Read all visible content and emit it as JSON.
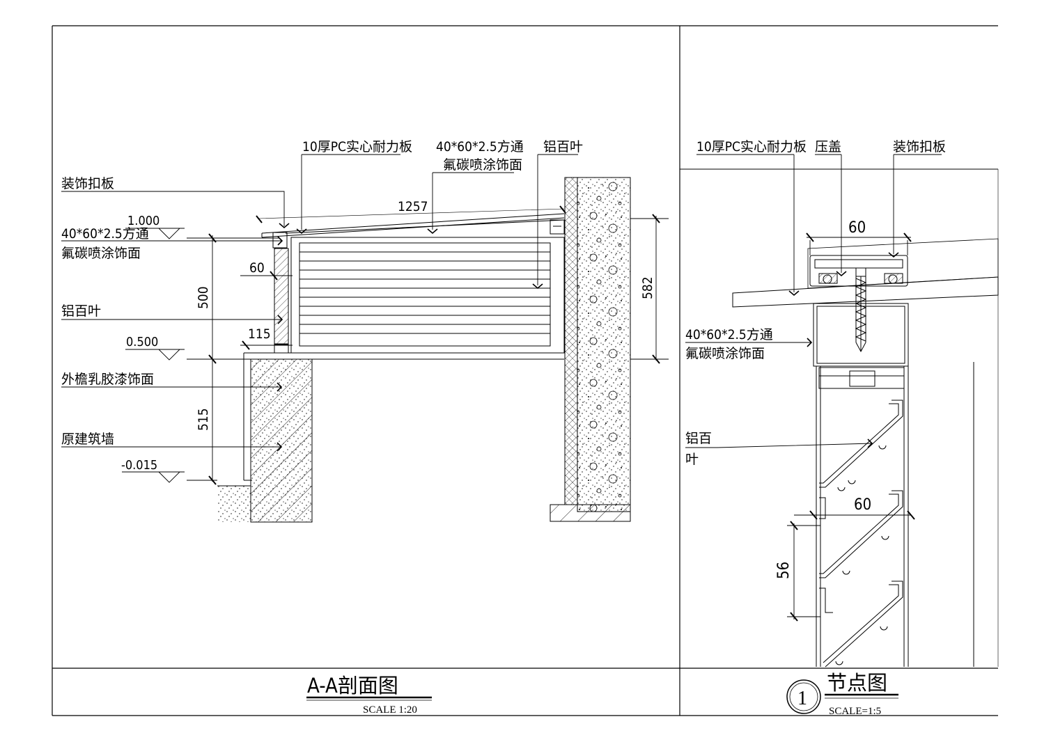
{
  "left_panel": {
    "title": "A-A剖面图",
    "scale": "SCALE 1:20",
    "callouts": {
      "pc_panel": "10厚PC实心耐力板",
      "tube_line1": "40*60*2.5方通",
      "tube_line2": "氟碳喷涂饰面",
      "louver_top": "铝百叶",
      "trim": "装饰扣板",
      "tube_left_line1": "40*60*2.5方通",
      "tube_left_line2": "氟碳喷涂饰面",
      "louver_left": "铝百叶",
      "eave_finish": "外檐乳胶漆饰面",
      "orig_wall": "原建筑墙"
    },
    "levels": [
      "1.000",
      "0.500",
      "-0.015"
    ],
    "dimensions": [
      "1257",
      "60",
      "500",
      "115",
      "515",
      "582"
    ]
  },
  "right_panel": {
    "title": "节点图",
    "scale": "SCALE=1:5",
    "detail_number": "1",
    "callouts": {
      "pc_panel": "10厚PC实心耐力板",
      "cap": "压盖",
      "trim": "装饰扣板",
      "tube_line1": "40*60*2.5方通",
      "tube_line2": "氟碳喷涂饰面",
      "louver_line1": "铝百",
      "louver_line2": "叶"
    },
    "dimensions": [
      "60",
      "60",
      "56"
    ]
  }
}
